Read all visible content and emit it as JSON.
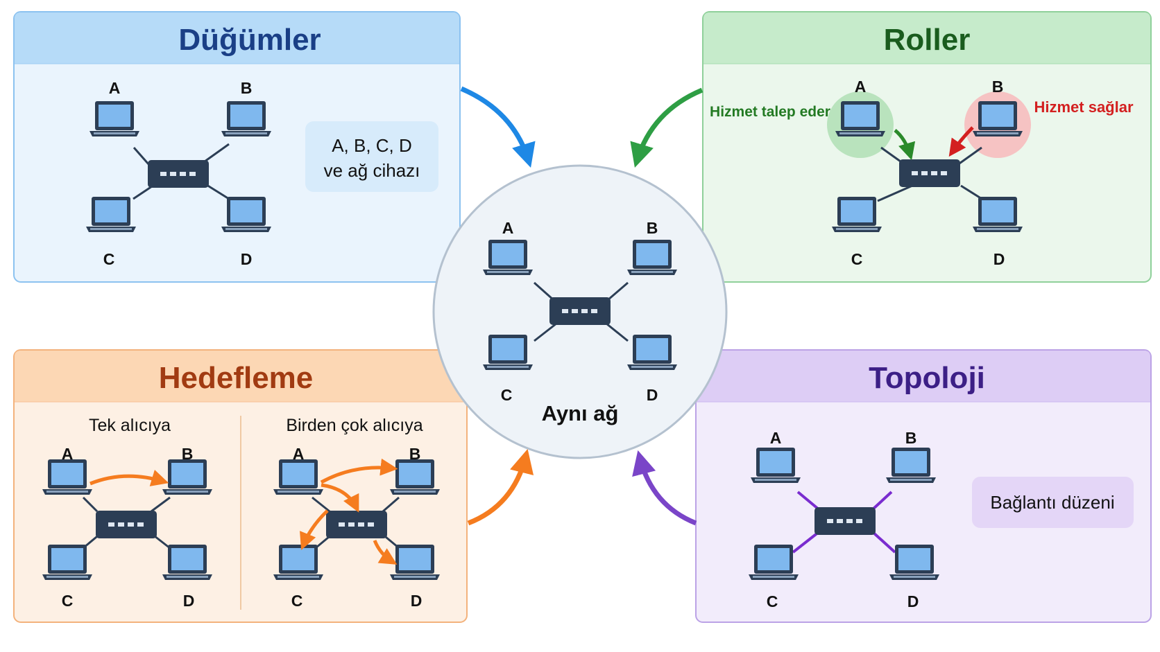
{
  "center": {
    "caption": "Aynı ağ",
    "nodes": {
      "a": "A",
      "b": "B",
      "c": "C",
      "d": "D"
    }
  },
  "panels": {
    "nodes": {
      "title": "Düğümler",
      "note_line1": "A, B, C, D",
      "note_line2": "ve ağ cihazı",
      "nodes": {
        "a": "A",
        "b": "B",
        "c": "C",
        "d": "D"
      }
    },
    "roles": {
      "title": "Roller",
      "requester_label": "Hizmet talep eder",
      "provider_label": "Hizmet sağlar",
      "nodes": {
        "a": "A",
        "b": "B",
        "c": "C",
        "d": "D"
      }
    },
    "targeting": {
      "title": "Hedefleme",
      "unicast": {
        "title": "Tek alıcıya",
        "nodes": {
          "a": "A",
          "b": "B",
          "c": "C",
          "d": "D"
        }
      },
      "multicast": {
        "title": "Birden çok alıcıya",
        "nodes": {
          "a": "A",
          "b": "B",
          "c": "C",
          "d": "D"
        }
      }
    },
    "topology": {
      "title": "Topoloji",
      "note": "Bağlantı düzeni",
      "nodes": {
        "a": "A",
        "b": "B",
        "c": "C",
        "d": "D"
      }
    }
  },
  "colors": {
    "nodes_accent": "#1e88e5",
    "roles_accent": "#2e9e44",
    "targeting_accent": "#f57c1f",
    "topology_accent": "#7a45c8",
    "requester": "#237a23",
    "provider": "#d32020",
    "laptop_screen": "#7fb8ee",
    "switch": "#2c3e55"
  }
}
